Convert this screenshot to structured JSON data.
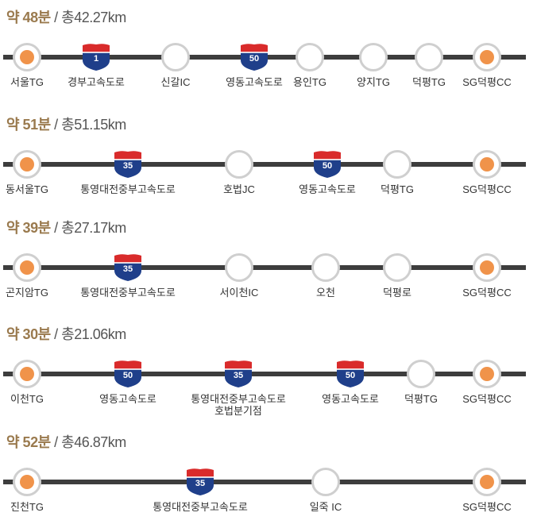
{
  "routes": [
    {
      "duration": "약 48분",
      "distance": " / 총42.27km",
      "stops": [
        {
          "kind": "endpoint",
          "label": "서울TG"
        },
        {
          "kind": "highway",
          "number": "1",
          "label": "경부고속도로"
        },
        {
          "kind": "waypoint",
          "label": "신갈IC"
        },
        {
          "kind": "highway",
          "number": "50",
          "label": "영동고속도로"
        },
        {
          "kind": "waypoint",
          "label": "용인TG"
        },
        {
          "kind": "waypoint",
          "label": "양지TG"
        },
        {
          "kind": "waypoint",
          "label": "덕평TG"
        },
        {
          "kind": "endpoint",
          "label": "SG덕평CC"
        }
      ]
    },
    {
      "duration": "약 51분",
      "distance": " / 총51.15km",
      "stops": [
        {
          "kind": "endpoint",
          "label": "동서울TG"
        },
        {
          "kind": "highway",
          "number": "35",
          "label": "통영대전중부고속도로"
        },
        {
          "kind": "waypoint",
          "label": "호법JC"
        },
        {
          "kind": "highway",
          "number": "50",
          "label": "영동고속도로"
        },
        {
          "kind": "waypoint",
          "label": "덕평TG"
        },
        {
          "kind": "endpoint",
          "label": "SG덕평CC"
        }
      ]
    },
    {
      "duration": "약 39분",
      "distance": " / 총27.17km",
      "stops": [
        {
          "kind": "endpoint",
          "label": "곤지암TG"
        },
        {
          "kind": "highway",
          "number": "35",
          "label": "통영대전중부고속도로"
        },
        {
          "kind": "waypoint",
          "label": "서이천IC"
        },
        {
          "kind": "waypoint",
          "label": "오천"
        },
        {
          "kind": "waypoint",
          "label": "덕평로"
        },
        {
          "kind": "endpoint",
          "label": "SG덕평CC"
        }
      ]
    },
    {
      "duration": "약 30분",
      "distance": " / 총21.06km",
      "stops": [
        {
          "kind": "endpoint",
          "label": "이천TG"
        },
        {
          "kind": "highway",
          "number": "50",
          "label": "영동고속도로"
        },
        {
          "kind": "highway",
          "number": "35",
          "label": "통영대전중부고속도로",
          "label2": "호법분기점"
        },
        {
          "kind": "highway",
          "number": "50",
          "label": "영동고속도로"
        },
        {
          "kind": "waypoint",
          "label": "덕평TG"
        },
        {
          "kind": "endpoint",
          "label": "SG덕평CC"
        }
      ]
    },
    {
      "duration": "약 52분",
      "distance": " / 총46.87km",
      "stops": [
        {
          "kind": "endpoint",
          "label": "진천TG"
        },
        {
          "kind": "highway",
          "number": "35",
          "label": "통영대전중부고속도로"
        },
        {
          "kind": "waypoint",
          "label": "일죽 IC"
        },
        {
          "kind": "endpoint",
          "label": "SG덕평CC"
        }
      ]
    }
  ],
  "colors": {
    "shield_top": "#d92b2b",
    "shield_body": "#1f3f8a",
    "endpoint_dot": "#f0934a",
    "node_ring": "#cfcfcf",
    "track": "#3d3d3d",
    "duration_text": "#9a7a4e"
  }
}
